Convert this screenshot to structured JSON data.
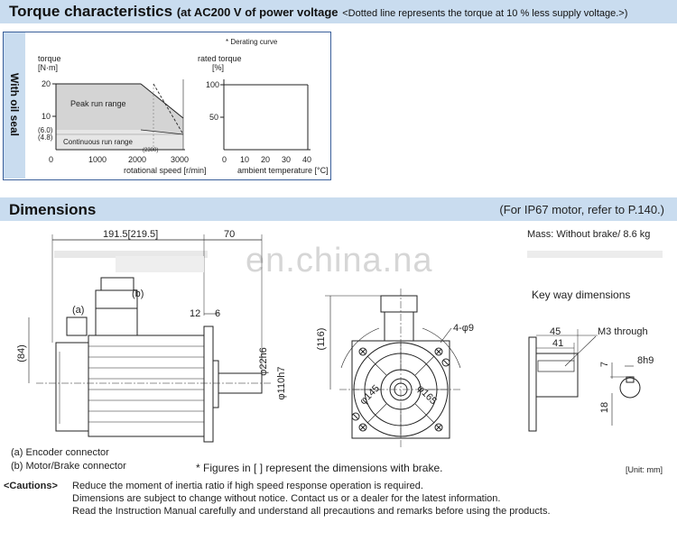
{
  "torque": {
    "title": "Torque characteristics",
    "subtitle": "(at AC200 V of power voltage",
    "note": "<Dotted line represents the torque at 10 % less supply voltage.>)",
    "side_label": "With oil seal",
    "derating_note": "* Derating curve",
    "left_chart": {
      "ylabel_line1": "torque",
      "ylabel_line2": "[N·m]",
      "y_ticks": [
        "20",
        "10",
        "(6.0)",
        "(4.8)"
      ],
      "x_ticks": [
        "0",
        "1000",
        "2000",
        "3000"
      ],
      "x_extra": "(2300)",
      "xlabel": "rotational speed [r/min]",
      "peak_label": "Peak run range",
      "cont_label": "Continuous run range"
    },
    "right_chart": {
      "ylabel_line1": "rated torque",
      "ylabel_line2": "[%]",
      "y_ticks": [
        "100",
        "50"
      ],
      "x_ticks": [
        "0",
        "10",
        "20",
        "30",
        "40"
      ],
      "xlabel": "ambient temperature [°C]"
    }
  },
  "chart_data": [
    {
      "type": "area",
      "title": "",
      "xlabel": "rotational speed [r/min]",
      "ylabel": "torque [N·m]",
      "xlim": [
        0,
        3000
      ],
      "ylim": [
        0,
        22
      ],
      "series": [
        {
          "name": "Peak run range",
          "x": [
            0,
            2000,
            3000
          ],
          "y": [
            20,
            20,
            9
          ]
        },
        {
          "name": "",
          "x": [
            0,
            2300,
            3000
          ],
          "y": [
            20,
            20,
            4.8
          ]
        },
        {
          "name": "Continuous run range",
          "x": [
            0,
            2000,
            3000
          ],
          "y": [
            6.0,
            6.0,
            4.8
          ]
        }
      ]
    },
    {
      "type": "line",
      "title": "",
      "xlabel": "ambient temperature [°C]",
      "ylabel": "rated torque [%]",
      "xlim": [
        0,
        40
      ],
      "ylim": [
        0,
        110
      ],
      "series": [
        {
          "name": "",
          "x": [
            0,
            40
          ],
          "y": [
            100,
            100
          ]
        }
      ]
    }
  ],
  "dimensions": {
    "title": "Dimensions",
    "ref": "(For IP67 motor, refer to P.140.)",
    "mass_label": "Mass: Without brake/",
    "mass_value": "8.6 kg",
    "watermark": "en.china.na",
    "keyway_title": "Key way dimensions",
    "labels": {
      "len": "191.5[219.5]",
      "seventy": "70",
      "a": "(a)",
      "b": "(b)",
      "twelve": "12",
      "six": "6",
      "eightyfour": "(84)",
      "shaft": "φ22h6",
      "spigot": "φ110h7",
      "height116": "(116)",
      "holes": "4-φ9",
      "pcd145": "φ145",
      "pcd165": "φ165",
      "k45": "45",
      "k41": "41",
      "m3": "M3 through",
      "k7": "7",
      "k8h9": "8h9",
      "k18": "18"
    },
    "legend_a": "(a) Encoder connector",
    "legend_b": "(b) Motor/Brake connector",
    "brake_note": "* Figures in [  ] represent the dimensions with brake.",
    "unit": "[Unit: mm]"
  },
  "cautions": {
    "label": "<Cautions>",
    "lines": [
      "Reduce the moment of inertia ratio if high speed response operation is required.",
      "Dimensions are subject to change without notice. Contact us or a dealer for the latest information.",
      "Read the Instruction Manual carefully and understand all precautions and remarks before using the products."
    ]
  }
}
